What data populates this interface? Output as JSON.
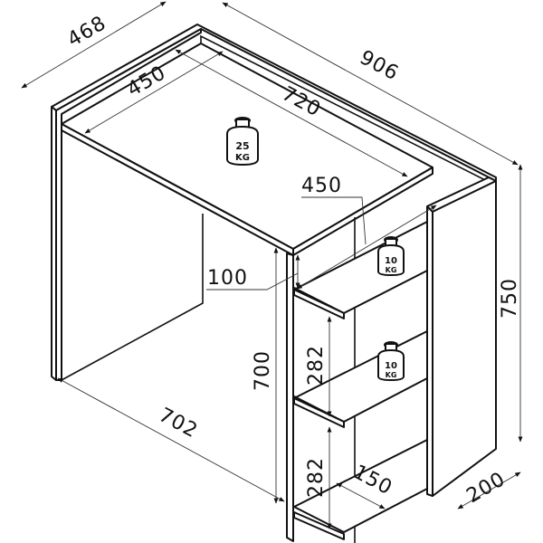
{
  "diagram": {
    "subject": "desk with side shelving unit",
    "units": "mm",
    "colors": {
      "line": "#111111",
      "dimension_line": "#333333",
      "background": "#ffffff"
    },
    "dimensions": {
      "total_depth": "468",
      "top_depth": "450",
      "top_width": "720",
      "total_width": "906",
      "shelf_depth_top": "450",
      "shelf_offset": "100",
      "desk_height": "700",
      "total_height": "750",
      "side_width": "702",
      "shelf_spacing_upper": "282",
      "shelf_spacing_lower": "282",
      "shelf_inner_depth": "150",
      "unit_depth": "200"
    },
    "weights": {
      "desk_top": {
        "value": "25",
        "unit": "KG"
      },
      "shelf_upper": {
        "value": "10",
        "unit": "KG"
      },
      "shelf_middle": {
        "value": "10",
        "unit": "KG"
      }
    }
  }
}
